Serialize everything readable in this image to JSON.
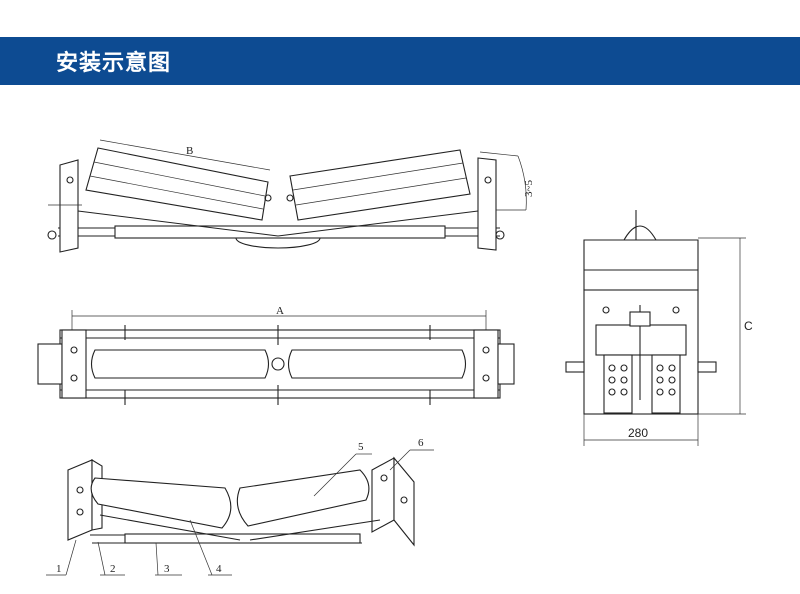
{
  "header": {
    "title": "安装示意图"
  },
  "diagram": {
    "front_view": {
      "dimension_b": "B",
      "dimension_angle": "3~5"
    },
    "top_view": {
      "dimension_a": "A"
    },
    "side_view": {
      "dimension_c": "C",
      "dimension_width": "280"
    },
    "iso_view": {
      "callouts": [
        "1",
        "2",
        "3",
        "4",
        "5",
        "6"
      ]
    }
  }
}
